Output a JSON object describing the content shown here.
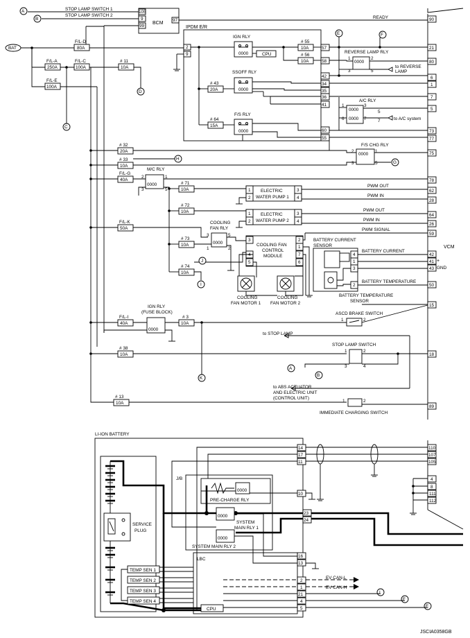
{
  "labels": {
    "stop_lamp_switch_1": "STOP LAMP SWITCH 1",
    "stop_lamp_switch_2": "STOP LAMP SWITCH 2",
    "bcm": "BCM",
    "ready": "READY",
    "bat": "BAT",
    "ipdm": "IPDM E/R",
    "ign_rly": "IGN RLY",
    "cpu": "CPU",
    "reverse_lamp_rly": "REVERSE LAMP RLY",
    "to_reverse_lamp_1": "to REVERSE",
    "to_reverse_lamp_2": "LAMP",
    "ssoff_rly": "SSOFF RLY",
    "ac_rly": "A/C RLY",
    "to_ac_system": "to A/C system",
    "fs_rly": "F/S RLY",
    "fs_chg_rly": "F/S CHG RLY",
    "mc_rly": "M/C RLY",
    "ewp1_1": "ELECTRIC",
    "ewp1_2": "WATER PUMP 1",
    "ewp2_1": "ELECTRIC",
    "ewp2_2": "WATER PUMP 2",
    "pwm_out": "PWM OUT",
    "pwm_in": "PWM IN",
    "pwm_signal": "PWM SIGNAL",
    "cooling_fan_rly_1": "COOLING",
    "cooling_fan_rly_2": "FAN RLY",
    "cfcm_1": "COOLING FAN",
    "cfcm_2": "CONTROL",
    "cfcm_3": "MODULE",
    "fan_motor_1a": "COOLING",
    "fan_motor_1b": "FAN MOTOR 1",
    "fan_motor_2a": "COOLING",
    "fan_motor_2b": "FAN MOTOR 2",
    "bcs_1": "BATTERY CURRENT",
    "bcs_2": "SENSOR",
    "battery_current": "BATTERY CURRENT",
    "battery_temperature": "BATTERY TEMPERATURE",
    "bts_1": "BATTERY TEMPERATURE",
    "bts_2": "SENSOR",
    "vcm": "VCM",
    "plus": "+",
    "gnd": "GND",
    "ign_rly_fb_1": "IGN RLY",
    "ign_rly_fb_2": "(FUSE BLOCK)",
    "ascd": "ASCD BRAKE SWITCH",
    "to_stop_lamp": "to STOP LAMP",
    "stop_lamp_switch": "STOP LAMP SWITCH",
    "abs_1": "to ABS ACTUATOR",
    "abs_2": "AND ELECTRIC UNIT",
    "abs_3": "(CONTROL UNIT)",
    "immediate": "IMMEDIATE CHARGING SWITCH",
    "li_ion": "LI-ION BATTERY",
    "jb": "J/B",
    "pre_charge": "PRE-CHARGE RLY",
    "smr1_1": "SYSTEM",
    "smr1_2": "MAIN RLY 1",
    "smr2": "SYSTEM MAIN RLY 2",
    "service_plug_1": "SERVICE",
    "service_plug_2": "PLUG",
    "lbc": "LBC",
    "temp_sen_1": "TEMP SEN 1",
    "temp_sen_2": "TEMP SEN 2",
    "temp_sen_3": "TEMP SEN 3",
    "temp_sen_4": "TEMP SEN 4",
    "ev_can_l": "EV CAN-L",
    "ev_can_h": "EV CAN-H",
    "code": "JSCIA0358GB"
  },
  "fuses": {
    "fl_d_name": "F/L-D",
    "fl_d_amp": "80A",
    "fl_a_name": "F/L-A",
    "fl_a_amp": "250A",
    "fl_c_name": "F/L-C",
    "fl_c_amp": "100A",
    "fl_e_name": "F/L-E",
    "fl_e_amp": "100A",
    "f11_name": "# 11",
    "f11_amp": "10A",
    "f55_name": "# 55",
    "f55_amp": "10A",
    "f56_name": "# 56",
    "f56_amp": "10A",
    "f43_name": "# 43",
    "f43_amp": "20A",
    "f64_name": "# 64",
    "f64_amp": "15A",
    "f32_name": "# 32",
    "f32_amp": "20A",
    "f33_name": "# 33",
    "f33_amp": "10A",
    "fl_g_name": "F/L-G",
    "fl_g_amp": "40A",
    "f71_name": "# 71",
    "f71_amp": "10A",
    "f72_name": "# 72",
    "f72_amp": "10A",
    "fl_k_name": "F/L-K",
    "fl_k_amp": "50A",
    "f73_name": "# 73",
    "f73_amp": "10A",
    "f74_name": "# 74",
    "f74_amp": "10A",
    "fl_i_name": "F/L-I",
    "fl_i_amp": "40A",
    "f3_name": "# 3",
    "f3_amp": "10A",
    "f38_name": "# 38",
    "f38_amp": "10A",
    "f13_name": "# 13",
    "f13_amp": "10A"
  },
  "pins": {
    "bcm_105": "105",
    "bcm_9": "9",
    "bcm_99": "99",
    "bcm_97": "97",
    "ipdm_2": "2",
    "ipdm_9": "9",
    "ipdm_57": "57",
    "ipdm_58": "58",
    "ipdm_42": "42",
    "ipdm_34": "34",
    "ipdm_35": "35",
    "ipdm_36": "36",
    "ipdm_41": "41",
    "ipdm_60": "60",
    "ipdm_55": "55",
    "vcm_90": "90",
    "vcm_21": "21",
    "vcm_80": "80",
    "vcm_6": "6",
    "vcm_1": "1",
    "vcm_7": "7",
    "vcm_5": "5",
    "vcm_73": "73",
    "vcm_77": "77",
    "vcm_75": "75",
    "vcm_78": "78",
    "vcm_62": "62",
    "vcm_28": "28",
    "vcm_64": "64",
    "vcm_26": "26",
    "vcm_59": "59",
    "vcm_42": "42",
    "vcm_41": "41",
    "vcm_43": "43",
    "vcm_50": "50",
    "vcm_15": "15",
    "vcm_18": "18",
    "vcm_89": "89",
    "vcm_110": "110",
    "vcm_107": "107",
    "vcm_105": "105",
    "vcm_4": "4",
    "vcm_8": "8",
    "vcm_111": "111",
    "vcm_112": "112",
    "rl_1": "1",
    "rl_2": "2",
    "rl_3": "3",
    "rl_5": "5",
    "ac_1": "1",
    "ac_3": "3",
    "ac_6": "6",
    "ac_7": "7",
    "ac_5": "5",
    "ac_a": "5",
    "ac_b": "7",
    "fs_2": "2",
    "fs_1": "1",
    "fs_3": "3",
    "fs_5": "5",
    "mc_2": "2",
    "mc_1": "1",
    "mc_3": "3",
    "mc_5": "5",
    "p1": "1",
    "p2": "2",
    "p3": "3",
    "p4": "4",
    "cr_3": "3",
    "cr_5": "5",
    "cr_1": "1",
    "cr_2": "2",
    "cf_3": "3",
    "cf_4": "4",
    "cf_5": "5",
    "cf_2": "2",
    "cf_1": "1",
    "cf_7": "7",
    "cf_6": "6",
    "bc_4": "4",
    "bc_1": "1",
    "bc_3": "3",
    "bc_2": "2",
    "lb_14": "14",
    "lb_17": "17",
    "lb_11": "11",
    "lb_10": "10",
    "lb_23": "23",
    "lb_24": "24",
    "lb_16": "16",
    "lb_13": "13",
    "lb_2": "2",
    "lb_1": "1",
    "lb_21": "21",
    "lb_4": "4",
    "lb_5": "5",
    "ss_1": "1",
    "ss_2": "2",
    "ss_3": "3",
    "ss_4": "4"
  },
  "connectors": {
    "A": "A",
    "B": "B",
    "C": "C",
    "D": "D",
    "E": "E",
    "F": "F",
    "G": "G",
    "H": "H",
    "I": "I",
    "J": "J",
    "K": "K"
  }
}
